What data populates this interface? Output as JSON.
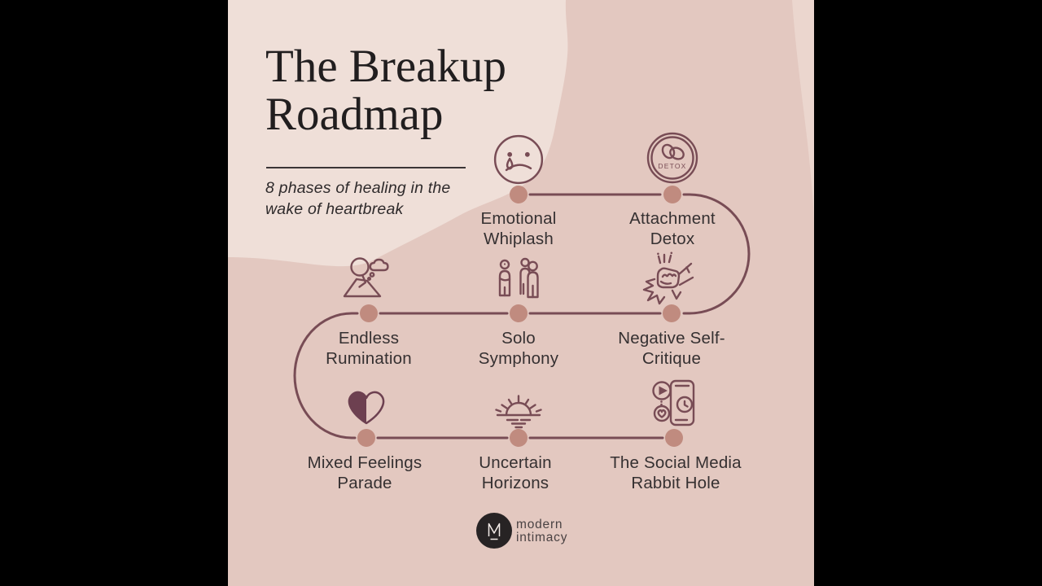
{
  "infographic": {
    "title_line1": "The Breakup",
    "title_line2": "Roadmap",
    "subtitle": "8 phases of healing in the wake of heartbreak"
  },
  "phases": [
    {
      "label": "Emotional Whiplash",
      "icon": "crying-face-icon"
    },
    {
      "label": "Attachment Detox",
      "icon": "detox-circle-icon",
      "badge": "DETOX"
    },
    {
      "label": "Negative Self-Critique",
      "icon": "fist-punch-icon"
    },
    {
      "label": "Solo Symphony",
      "icon": "person-alone-vs-group-icon"
    },
    {
      "label": "Endless Rumination",
      "icon": "person-thinking-icon"
    },
    {
      "label": "Mixed Feelings Parade",
      "icon": "half-filled-heart-icon"
    },
    {
      "label": "Uncertain Horizons",
      "icon": "sunrise-horizon-icon"
    },
    {
      "label": "The Social Media Rabbit Hole",
      "icon": "social-media-loop-icon"
    }
  ],
  "footer": {
    "monogram": "M",
    "brand_line1": "modern",
    "brand_line2": "intimacy"
  },
  "colors": {
    "background": "#e3c8c0",
    "blob": "#efdfd8",
    "line": "#784c55",
    "dot": "#c08b7f",
    "heart_fill": "#6d4050",
    "title_text": "#211e1f",
    "label_text": "#353031",
    "logo_bg": "#272324",
    "side_bars": "#000000"
  }
}
